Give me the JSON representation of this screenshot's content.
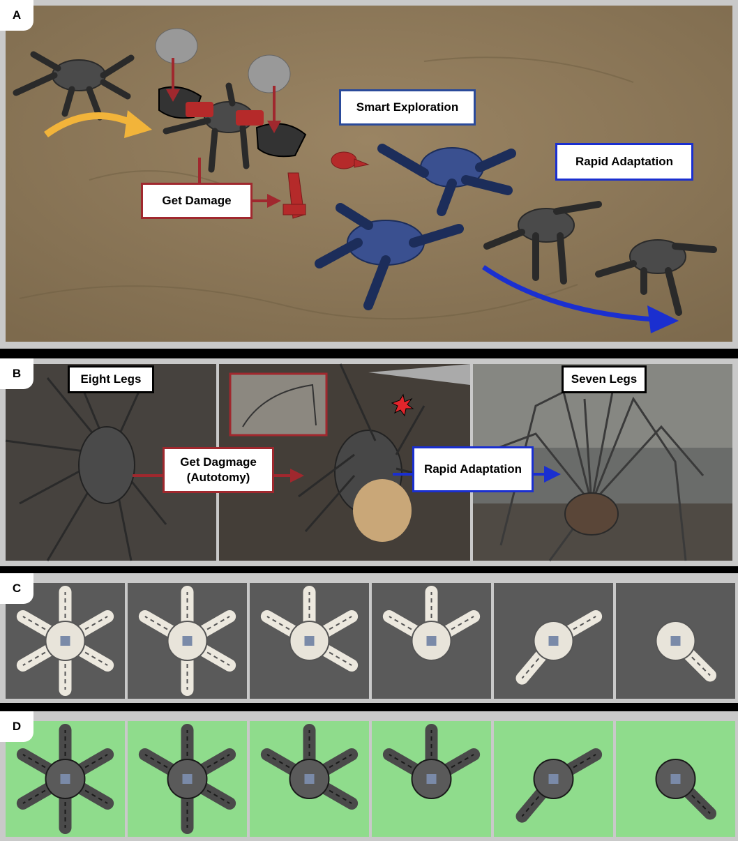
{
  "panels": {
    "a": {
      "label": "A"
    },
    "b": {
      "label": "B"
    },
    "c": {
      "label": "C"
    },
    "d": {
      "label": "D"
    }
  },
  "panel_a": {
    "smart_exploration": "Smart Exploration",
    "rapid_adaptation": "Rapid Adaptation",
    "get_damage": "Get Damage"
  },
  "panel_b": {
    "eight_legs": "Eight Legs",
    "get_damage_line1": "Get Dagmage",
    "get_damage_line2": "(Autotomy)",
    "rapid_adaptation": "Rapid Adaptation",
    "seven_legs": "Seven Legs"
  },
  "panel_c": {
    "leg_counts": [
      6,
      5,
      4,
      3,
      2,
      1
    ]
  },
  "panel_d": {
    "leg_counts": [
      6,
      5,
      4,
      3,
      2,
      1
    ]
  },
  "colors": {
    "sand": "#8a7556",
    "damage_red": "#a0282e",
    "adapt_blue": "#1a2fd0",
    "robot_blue": "#3a5090",
    "arrow_yellow": "#f2b43a",
    "sim_green": "#8fdc8c",
    "asphalt": "#5a5a5a"
  }
}
